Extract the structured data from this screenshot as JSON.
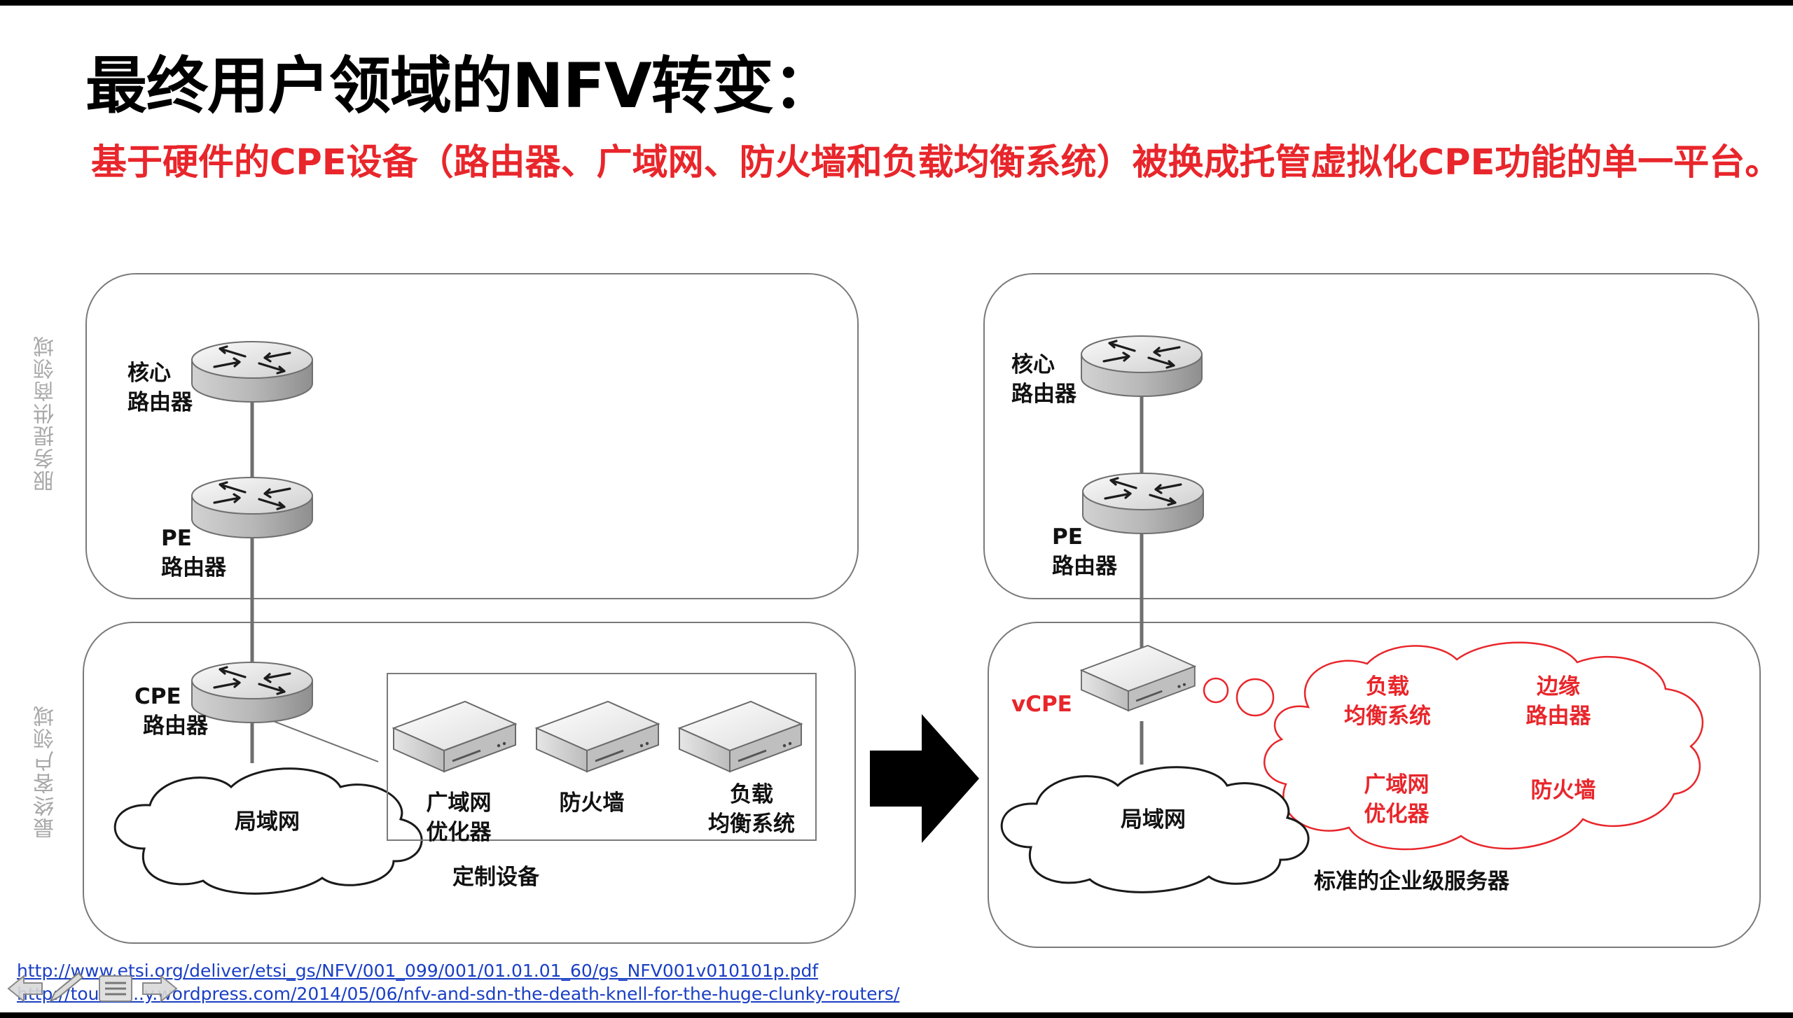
{
  "slide": {
    "title": "最终用户领域的NFV转变：",
    "subtitle": "基于硬件的CPE设备（路由器、广域网、防火墙和负载均衡系统）被换成托管虚拟化CPE功能的单一平台。"
  },
  "domains": {
    "service_provider": "服务提供商领域",
    "end_customer": "最终客户领域"
  },
  "left": {
    "core_router": [
      "核心",
      "路由器"
    ],
    "pe_router": [
      "PE",
      "路由器"
    ],
    "cpe_router": [
      "CPE",
      "路由器"
    ],
    "lan": "局域网",
    "devices": [
      {
        "lines": [
          "广域网",
          "优化器"
        ]
      },
      {
        "lines": [
          "防火墙"
        ]
      },
      {
        "lines": [
          "负载",
          "均衡系统"
        ]
      }
    ],
    "custom_caption": "定制设备"
  },
  "right": {
    "core_router": [
      "核心",
      "路由器"
    ],
    "pe_router": [
      "PE",
      "路由器"
    ],
    "vcpe": "vCPE",
    "lan": "局域网",
    "cloud_functions": [
      {
        "lines": [
          "负载",
          "均衡系统"
        ]
      },
      {
        "lines": [
          "边缘",
          "路由器"
        ]
      },
      {
        "lines": [
          "广域网",
          "优化器"
        ]
      },
      {
        "lines": [
          "防火墙"
        ]
      }
    ],
    "server_caption": "标准的企业级服务器"
  },
  "references": [
    "http://www.etsi.org/deliver/etsi_gs/NFV/001_099/001/01.01.01_60/gs_NFV001v010101p.pdf",
    "http://tou...fr...y.wordpress.com/2014/05/06/nfv-and-sdn-the-death-knell-for-the-huge-clunky-routers/"
  ],
  "colors": {
    "accent_red": "#e8262b",
    "link_blue": "#1a3fc4",
    "domain_gray": "#a8a8a8"
  },
  "icons": [
    "router-icon",
    "appliance-icon",
    "cloud-icon",
    "arrow-right-icon",
    "thought-bubble-icon"
  ],
  "nav_icons": [
    "nav-back-icon",
    "pen-icon",
    "menu-icon",
    "nav-forward-icon"
  ]
}
